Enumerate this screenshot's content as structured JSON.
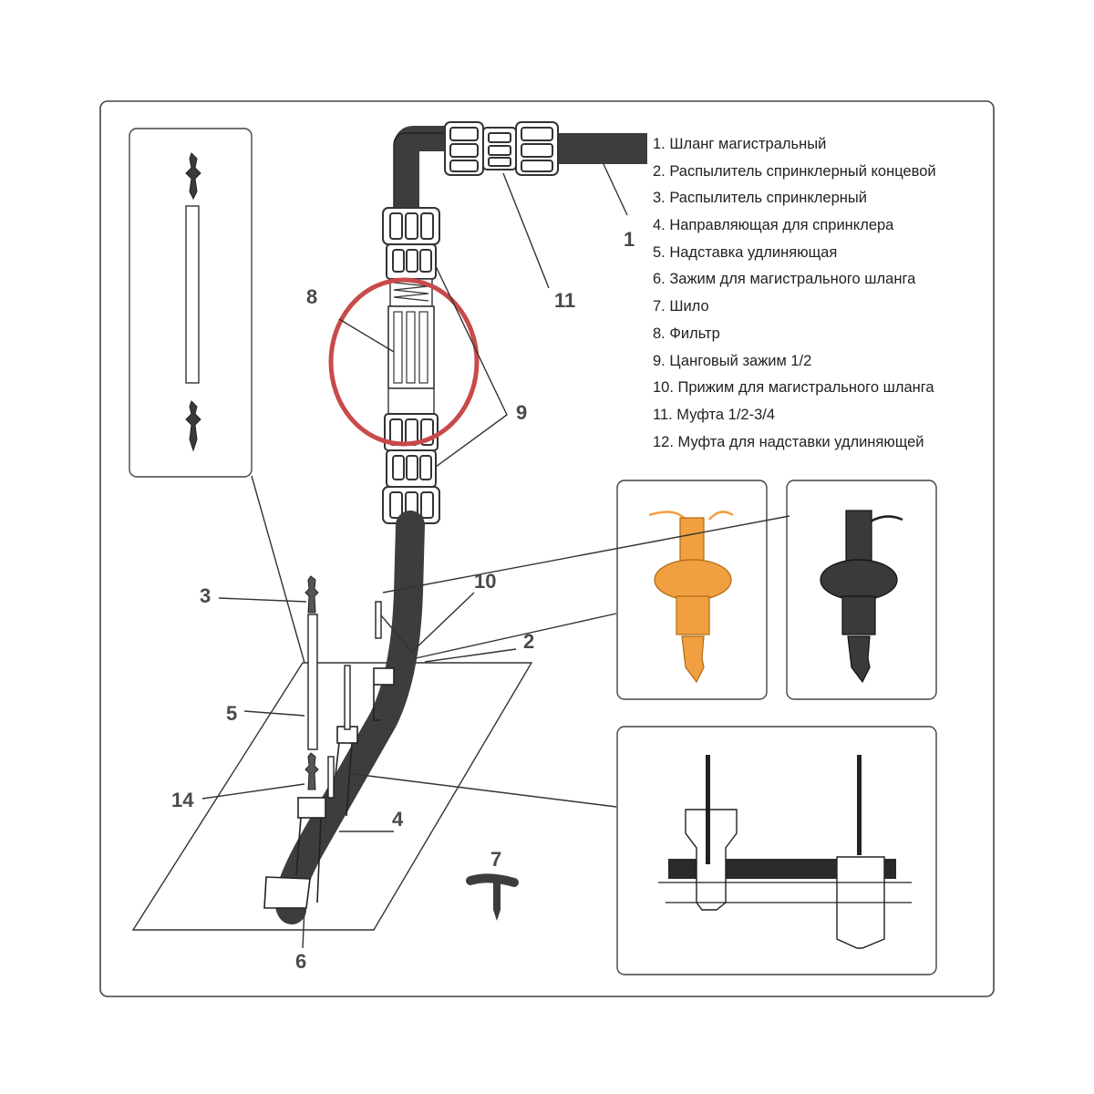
{
  "legend": {
    "items": [
      "1. Шланг магистральный",
      "2. Распылитель спринклерный концевой",
      "3. Распылитель спринклерный",
      "4. Направляющая для спринклера",
      "5. Надставка удлиняющая",
      "6. Зажим для магистрального шланга",
      "7. Шило",
      "8. Фильтр",
      "9. Цанговый зажим 1/2",
      "10. Прижим для магистрального шланга",
      "11. Муфта 1/2-3/4",
      "12. Муфта для надставки удлиняющей"
    ]
  },
  "callouts": {
    "c1": "1",
    "c2": "2",
    "c3": "3",
    "c4": "4",
    "c5": "5",
    "c6": "6",
    "c7": "7",
    "c8": "8",
    "c9": "9",
    "c10": "10",
    "c11": "11",
    "c14": "14"
  },
  "colors": {
    "hose": "#3d3d3d",
    "outline": "#333333",
    "filter_highlight": "#c94a4a",
    "end_sprinkler": "#f0a040",
    "sprinkler": "#3a3a3a",
    "panel_border": "#555555"
  }
}
